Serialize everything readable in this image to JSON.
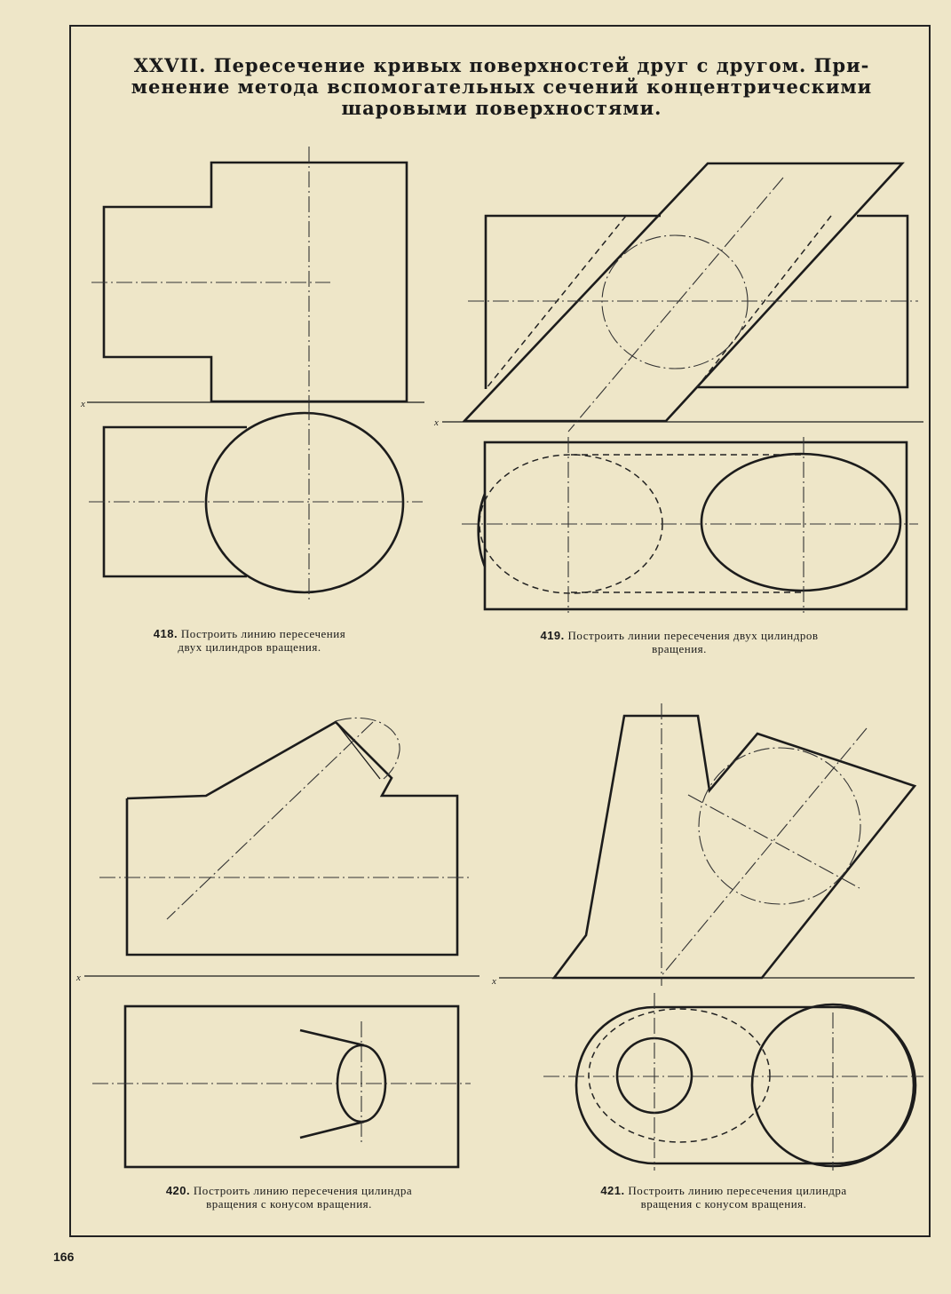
{
  "title_lines": [
    "XXVII. Пересечение кривых поверхностей друг с другом. При-",
    "менение метода вспомогательных сечений концентрическими",
    "шаровыми поверхностями."
  ],
  "problems": [
    {
      "number": "418.",
      "text_lines": [
        "Построить линию пересечения",
        "двух цилиндров вращения."
      ]
    },
    {
      "number": "419.",
      "text_lines": [
        "Построить линии пересечения двух цилиндров",
        "вращения."
      ]
    },
    {
      "number": "420.",
      "text_lines": [
        "Построить линию пересечения цилиндра",
        "вращения с конусом вращения."
      ]
    },
    {
      "number": "421.",
      "text_lines": [
        "Построить линию пересечения цилиндра",
        "вращения с конусом вращения."
      ]
    }
  ],
  "axis_label": "x",
  "page_number": "166"
}
